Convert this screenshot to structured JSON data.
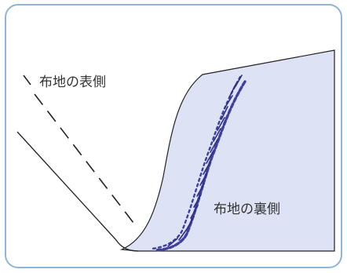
{
  "labels": {
    "front_side": "布地の表側",
    "back_side": "布地の裏側"
  },
  "colors": {
    "frame": "#8fb4d8",
    "fabric_fill": "#dde2f5",
    "outline": "#222222",
    "stitch": "#3f3f9e",
    "text": "#333333"
  },
  "icons": {
    "front_indicator": "diagonal-tick"
  }
}
